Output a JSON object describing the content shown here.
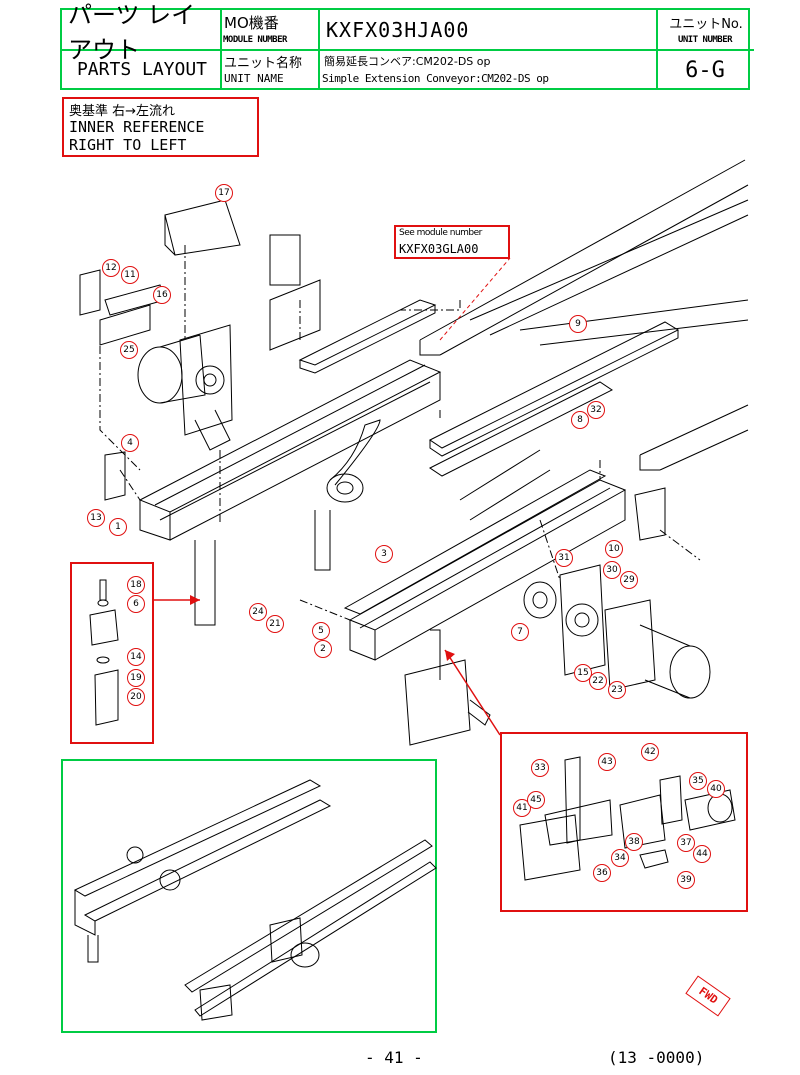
{
  "header": {
    "parts_layout_jp": "パーツ レイアウト",
    "parts_layout_en": "PARTS LAYOUT",
    "mo_label_jp": "MO機番",
    "module_number_label": "MODULE NUMBER",
    "module_number_value": "KXFX03HJA00",
    "unit_no_label_jp": "ユニットNo.",
    "unit_number_label": "UNIT NUMBER",
    "unit_name_label_jp": "ユニット名称",
    "unit_name_label": "UNIT NAME",
    "unit_name_jp": "簡易延長コンベア:CM202-DS op",
    "unit_name_en": "Simple Extension Conveyor:CM202-DS op",
    "unit_number_value": "6-G"
  },
  "reference": {
    "line1": "奥基準 右→左流れ",
    "line2": "INNER REFERENCE",
    "line3": "RIGHT TO LEFT"
  },
  "see_module": {
    "line1": "See module number",
    "line2": "KXFX03GLA00"
  },
  "part_numbers": [
    "1",
    "2",
    "3",
    "4",
    "5",
    "6",
    "7",
    "8",
    "9",
    "10",
    "11",
    "12",
    "13",
    "14",
    "15",
    "16",
    "17",
    "18",
    "19",
    "20",
    "21",
    "22",
    "23",
    "24",
    "25",
    "29",
    "30",
    "31",
    "32",
    "33",
    "34",
    "35",
    "36",
    "37",
    "38",
    "39",
    "40",
    "41",
    "42",
    "43",
    "44",
    "45"
  ],
  "stamp": "FWD",
  "footer": {
    "page": "- 41 -",
    "code": "(13 -0000)"
  },
  "colors": {
    "frame_green": "#00cc44",
    "callout_red": "#e01010",
    "line": "#000000"
  }
}
